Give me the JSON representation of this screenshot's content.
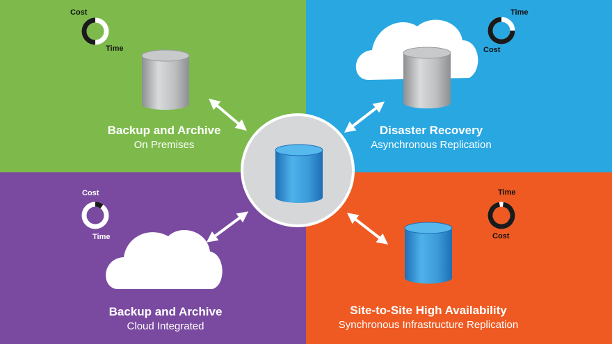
{
  "quadrants": {
    "top_left": {
      "title": "Backup and Archive",
      "subtitle": "On Premises",
      "gauge_top": "Cost",
      "gauge_bottom": "Time",
      "cost_share": 0.5
    },
    "top_right": {
      "title": "Disaster Recovery",
      "subtitle": "Asynchronous Replication",
      "gauge_top": "Time",
      "gauge_bottom": "Cost",
      "cost_share": 0.75
    },
    "bottom_left": {
      "title": "Backup and Archive",
      "subtitle": "Cloud Integrated",
      "gauge_top": "Cost",
      "gauge_bottom": "Time",
      "cost_share": 0.1
    },
    "bottom_right": {
      "title": "Site-to-Site High Availability",
      "subtitle": "Synchronous Infrastructure Replication",
      "gauge_top": "Time",
      "gauge_bottom": "Cost",
      "cost_share": 0.95
    }
  },
  "colors": {
    "green": "#7dba4b",
    "blue": "#29a7e1",
    "purple": "#7a4aa0",
    "orange": "#ef5a22",
    "center_disk": "#d6d7d9",
    "db_blue": "#4aa8e0",
    "db_gray": "#b9babc"
  }
}
